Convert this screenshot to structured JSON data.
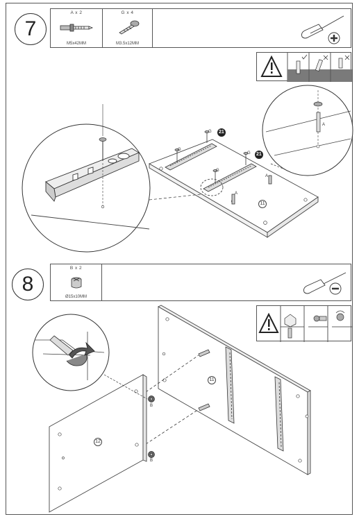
{
  "steps": [
    {
      "number": "7",
      "parts": [
        {
          "qty": "A x 2",
          "size": "M5x42MM",
          "icon": "cam-bolt-icon"
        },
        {
          "qty": "G x 4",
          "size": "M3.5x12MM",
          "icon": "wood-screw-icon"
        }
      ],
      "tool": "phillips-screwdriver-plus-icon",
      "callouts": {
        "screw_label": "G",
        "part_number": "21",
        "bolt_label": "A",
        "panel_number": "11"
      }
    },
    {
      "number": "8",
      "parts": [
        {
          "qty": "B x 2",
          "size": "Ø15x10MM",
          "icon": "cam-lock-icon"
        }
      ],
      "tool": "flathead-screwdriver-minus-icon",
      "callouts": {
        "cam_label": "B",
        "panel_left_number": "12",
        "panel_right_number": "11"
      }
    }
  ]
}
